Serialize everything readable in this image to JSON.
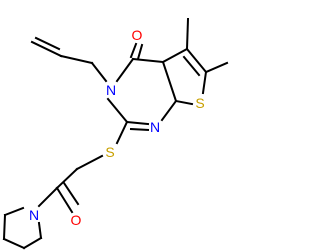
{
  "colors": {
    "bond": "#000000",
    "oxygen": "#ff0000",
    "nitrogen": "#0000ff",
    "sulfur": "#c8a000",
    "background": "#ffffff"
  },
  "atoms": {
    "ring_oxygen": "O",
    "ring_n3": "N",
    "ring_n1": "N",
    "ring_sulfur": "S",
    "thioether_sulfur": "S",
    "amide_oxygen": "O",
    "piperidine_nitrogen": "N"
  }
}
